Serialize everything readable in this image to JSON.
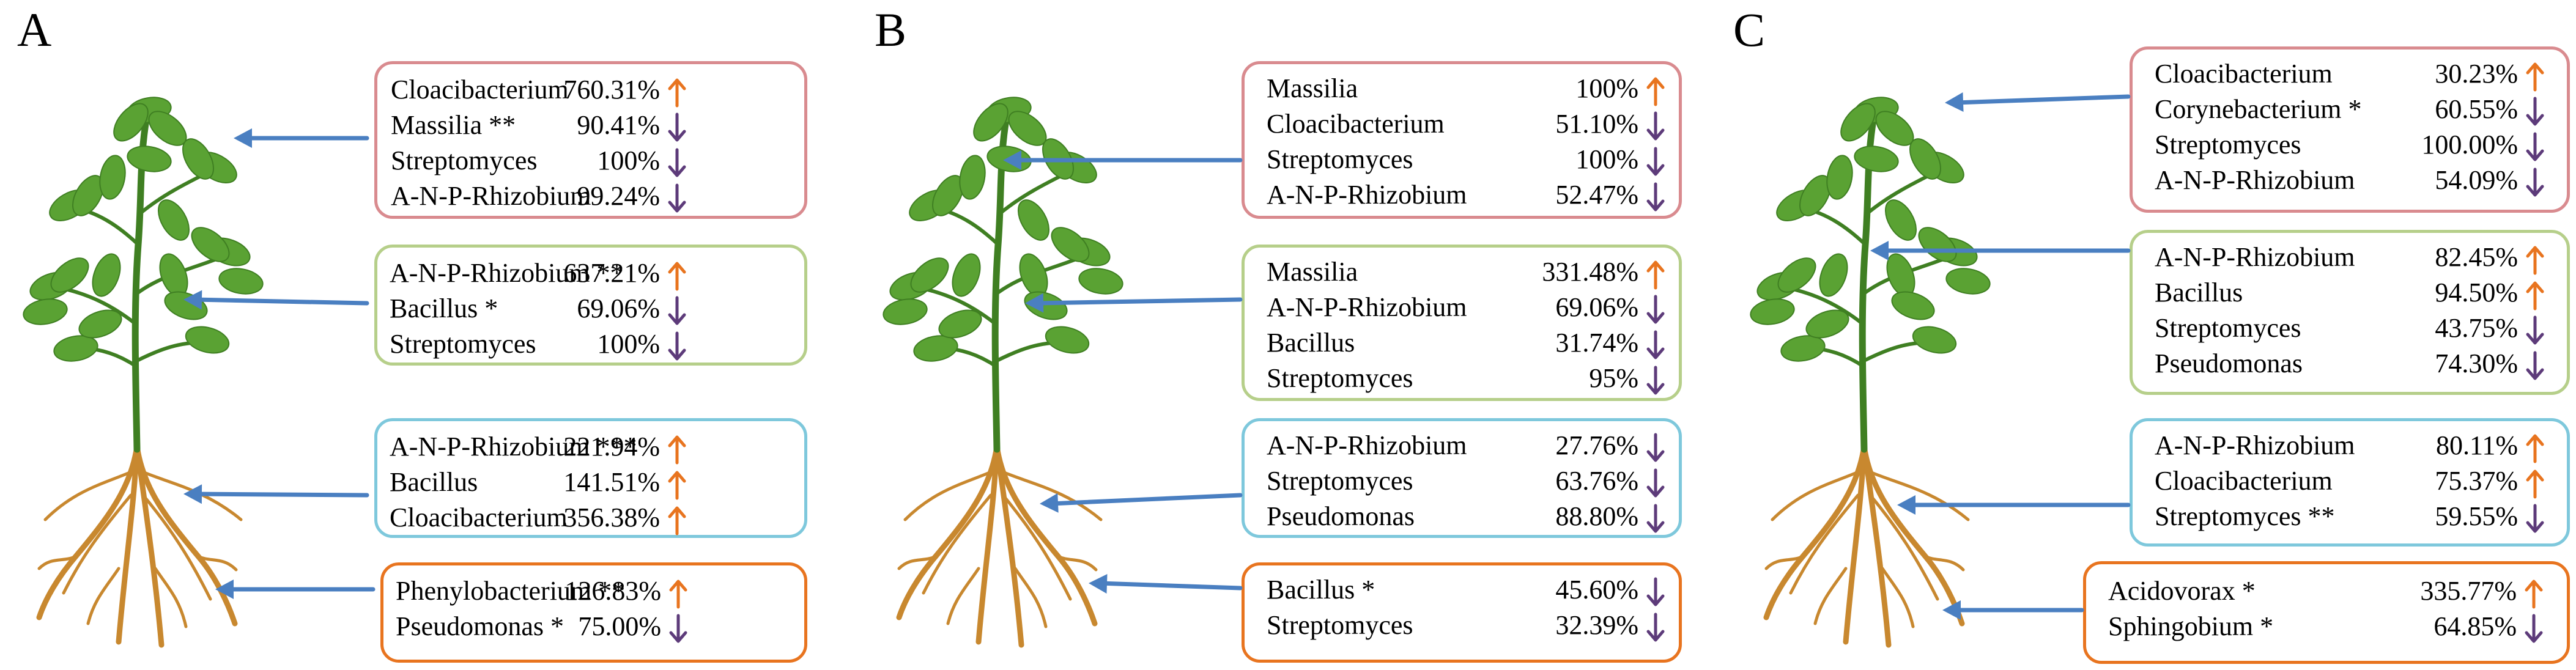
{
  "colors": {
    "leaf_border": "#d98b8f",
    "stem_border": "#b6cf8a",
    "root_border": "#7ec8dc",
    "rhizosphere_border": "#e8741f",
    "up_arrow": "#e8741f",
    "down_arrow": "#5d3b7a",
    "pointer": "#4a7fc1",
    "leaf": "#5aa233",
    "leaf_dark": "#3f7f22",
    "root": "#c8882f"
  },
  "icons": {
    "up": "arrow-up-icon",
    "down": "arrow-down-icon",
    "plant": "plant-icon"
  },
  "panels": [
    {
      "label": "A",
      "boxes": [
        {
          "rows": [
            {
              "name": "Cloacibacterium",
              "value": "760.31%",
              "dir": "up"
            },
            {
              "name": "Massilia **",
              "value": "90.41%",
              "dir": "down"
            },
            {
              "name": "Streptomyces",
              "value": "100%",
              "dir": "down"
            },
            {
              "name": "A-N-P-Rhizobium",
              "value": "99.24%",
              "dir": "down"
            }
          ]
        },
        {
          "rows": [
            {
              "name": "A-N-P-Rhizobium **",
              "value": "637.21%",
              "dir": "up"
            },
            {
              "name": "Bacillus *",
              "value": "69.06%",
              "dir": "down"
            },
            {
              "name": "Streptomyces",
              "value": "100%",
              "dir": "down"
            }
          ]
        },
        {
          "rows": [
            {
              "name": "A-N-P-Rhizobium ***",
              "value": "221.94%",
              "dir": "up"
            },
            {
              "name": "Bacillus",
              "value": "141.51%",
              "dir": "up"
            },
            {
              "name": "Cloacibacterium",
              "value": "356.38%",
              "dir": "up"
            }
          ]
        },
        {
          "rows": [
            {
              "name": "Phenylobacterium **",
              "value": "126.83%",
              "dir": "up"
            },
            {
              "name": "Pseudomonas *",
              "value": "75.00%",
              "dir": "down"
            }
          ]
        }
      ]
    },
    {
      "label": "B",
      "boxes": [
        {
          "rows": [
            {
              "name": "Massilia",
              "value": "100%",
              "dir": "up"
            },
            {
              "name": "Cloacibacterium",
              "value": "51.10%",
              "dir": "down"
            },
            {
              "name": "Streptomyces",
              "value": "100%",
              "dir": "down"
            },
            {
              "name": "A-N-P-Rhizobium",
              "value": "52.47%",
              "dir": "down"
            }
          ]
        },
        {
          "rows": [
            {
              "name": "Massilia",
              "value": "331.48%",
              "dir": "up"
            },
            {
              "name": "A-N-P-Rhizobium",
              "value": "69.06%",
              "dir": "down"
            },
            {
              "name": "Bacillus",
              "value": "31.74%",
              "dir": "down"
            },
            {
              "name": "Streptomyces",
              "value": "95%",
              "dir": "down"
            }
          ]
        },
        {
          "rows": [
            {
              "name": "A-N-P-Rhizobium",
              "value": "27.76%",
              "dir": "down"
            },
            {
              "name": "Streptomyces",
              "value": "63.76%",
              "dir": "down"
            },
            {
              "name": "Pseudomonas",
              "value": "88.80%",
              "dir": "down"
            }
          ]
        },
        {
          "rows": [
            {
              "name": "Bacillus *",
              "value": "45.60%",
              "dir": "down"
            },
            {
              "name": "Streptomyces",
              "value": "32.39%",
              "dir": "down"
            }
          ]
        }
      ]
    },
    {
      "label": "C",
      "boxes": [
        {
          "rows": [
            {
              "name": "Cloacibacterium",
              "value": "30.23%",
              "dir": "up"
            },
            {
              "name": "Corynebacterium *",
              "value": "60.55%",
              "dir": "down"
            },
            {
              "name": "Streptomyces",
              "value": "100.00%",
              "dir": "down"
            },
            {
              "name": "A-N-P-Rhizobium",
              "value": "54.09%",
              "dir": "down"
            }
          ]
        },
        {
          "rows": [
            {
              "name": "A-N-P-Rhizobium",
              "value": "82.45%",
              "dir": "up"
            },
            {
              "name": "Bacillus",
              "value": "94.50%",
              "dir": "up"
            },
            {
              "name": "Streptomyces",
              "value": "43.75%",
              "dir": "down"
            },
            {
              "name": "Pseudomonas",
              "value": "74.30%",
              "dir": "down"
            }
          ]
        },
        {
          "rows": [
            {
              "name": "A-N-P-Rhizobium",
              "value": "80.11%",
              "dir": "up"
            },
            {
              "name": "Cloacibacterium",
              "value": "75.37%",
              "dir": "up"
            },
            {
              "name": "Streptomyces **",
              "value": "59.55%",
              "dir": "down"
            }
          ]
        },
        {
          "rows": [
            {
              "name": "Acidovorax *",
              "value": "335.77%",
              "dir": "up"
            },
            {
              "name": "Sphingobium *",
              "value": "64.85%",
              "dir": "down"
            }
          ]
        }
      ]
    }
  ]
}
